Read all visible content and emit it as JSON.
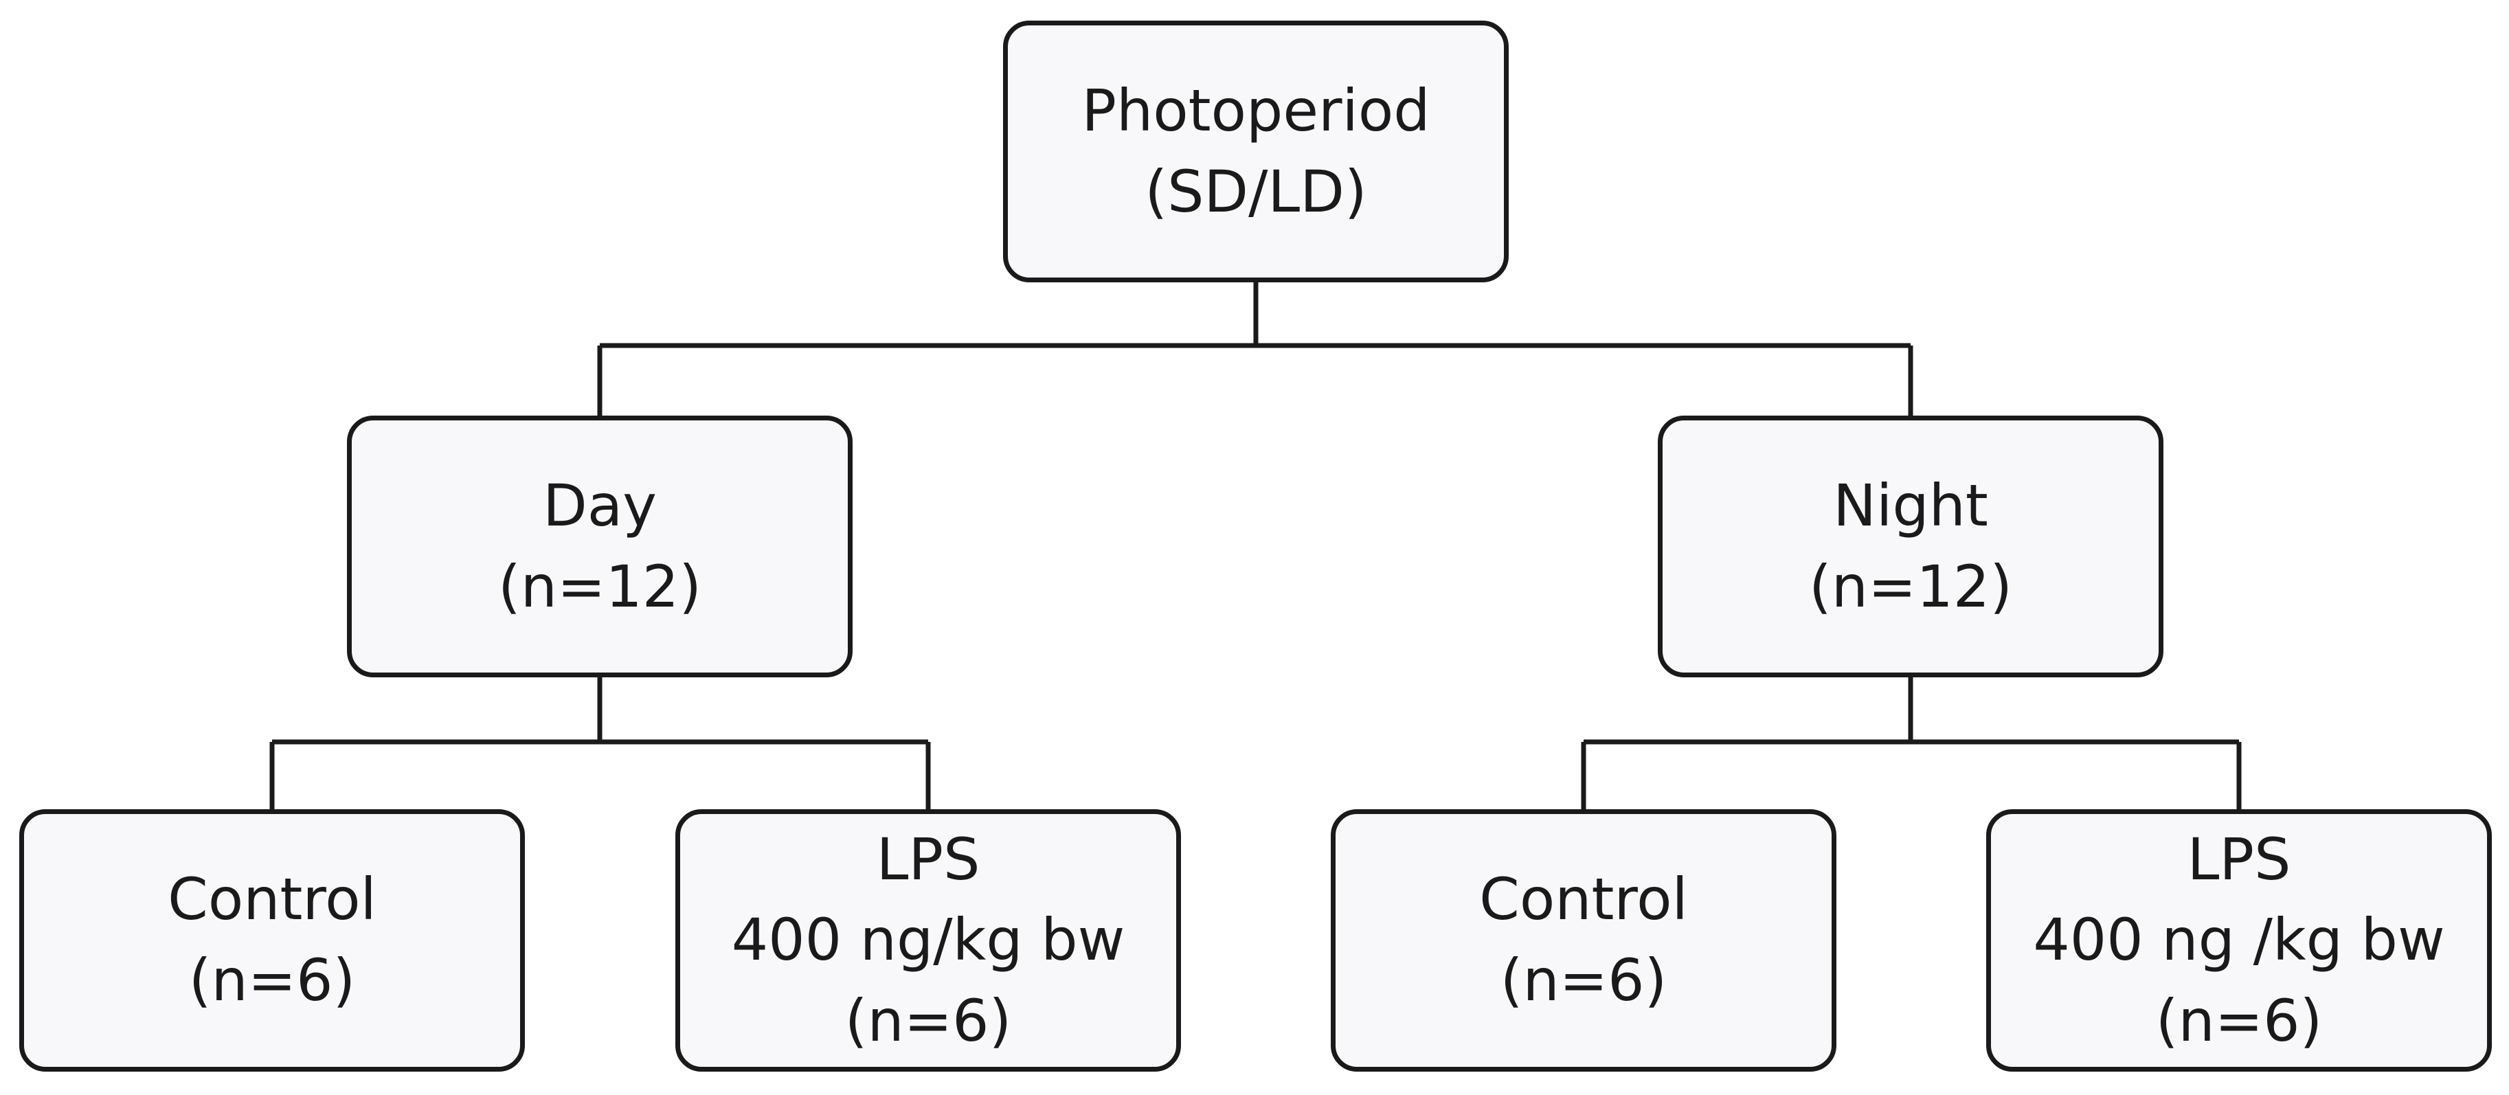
{
  "root": {
    "line1": "Photoperiod",
    "line2": "(SD/LD)"
  },
  "day": {
    "line1": "Day",
    "line2": "(n=12)"
  },
  "night": {
    "line1": "Night",
    "line2": "(n=12)"
  },
  "day_control": {
    "line1": "Control",
    "line2": "(n=6)"
  },
  "day_lps": {
    "line1": "LPS",
    "line2": "400 ng/kg bw",
    "line3": "(n=6)"
  },
  "night_control": {
    "line1": "Control",
    "line2": "(n=6)"
  },
  "night_lps": {
    "line1": "LPS",
    "line2": "400 ng /kg bw",
    "line3": "(n=6)"
  }
}
